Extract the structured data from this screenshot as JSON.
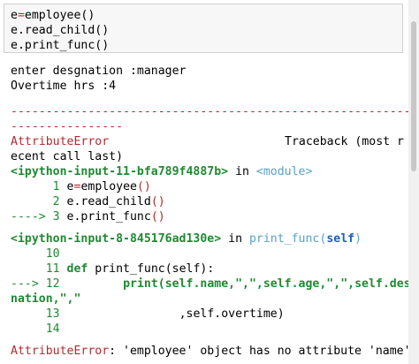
{
  "code_cell": {
    "lines": [
      {
        "a": "e",
        "op": "=",
        "b": "employee()"
      },
      {
        "text": "e.read_child()"
      },
      {
        "text": "e.print_func()"
      }
    ]
  },
  "output": {
    "prompt_line": "enter desgnation :manager",
    "overtime_line": "Overtime hrs :4",
    "dash_row_1": "-----------------------------------------------------------",
    "dash_row_2": "----------------",
    "error_name": "AttributeError",
    "traceback_label": "Traceback (most r",
    "recent_wrap": "ecent call last)",
    "frame1": {
      "header": "<ipython-input-11-bfa789f4887b>",
      "in_word": " in ",
      "module": "<module>",
      "l1": {
        "num": "      1 ",
        "var": "e",
        "op": "=",
        "call": "employee",
        "parens": "()"
      },
      "l2": {
        "num": "      2 ",
        "text": "e.read_child",
        "parens": "()"
      },
      "l3": {
        "arrow": "----> 3 ",
        "text": "e.print_func",
        "parens": "()"
      }
    },
    "frame2": {
      "header": "<ipython-input-8-845176ad130e>",
      "in_word": " in ",
      "func": "print_func",
      "open": "(",
      "self_word": "self",
      "close": ")",
      "l10": {
        "num": "     10"
      },
      "l11": {
        "num": "     11 ",
        "kw": "def",
        "rest": " print_func(self):"
      },
      "l12": {
        "arrow": "---> 12 ",
        "pad": "        ",
        "text": "print(self.name,\",\",self.age,\",\",self.desig"
      },
      "l12_wrap": "nation,\",\"",
      "l13": {
        "num": "     13 ",
        "text": "                ,self.overtime)"
      },
      "l14": {
        "num": "     14"
      }
    },
    "final_error_name": "AttributeError",
    "final_error_msg": ": 'employee' object has no attribute 'name'"
  },
  "colors": {
    "error_red": "#b22b31",
    "green": "#1f8a32",
    "cyan": "#5aa0c8",
    "blue": "#1e5fbf",
    "cell_bg": "#f7f7f7"
  }
}
